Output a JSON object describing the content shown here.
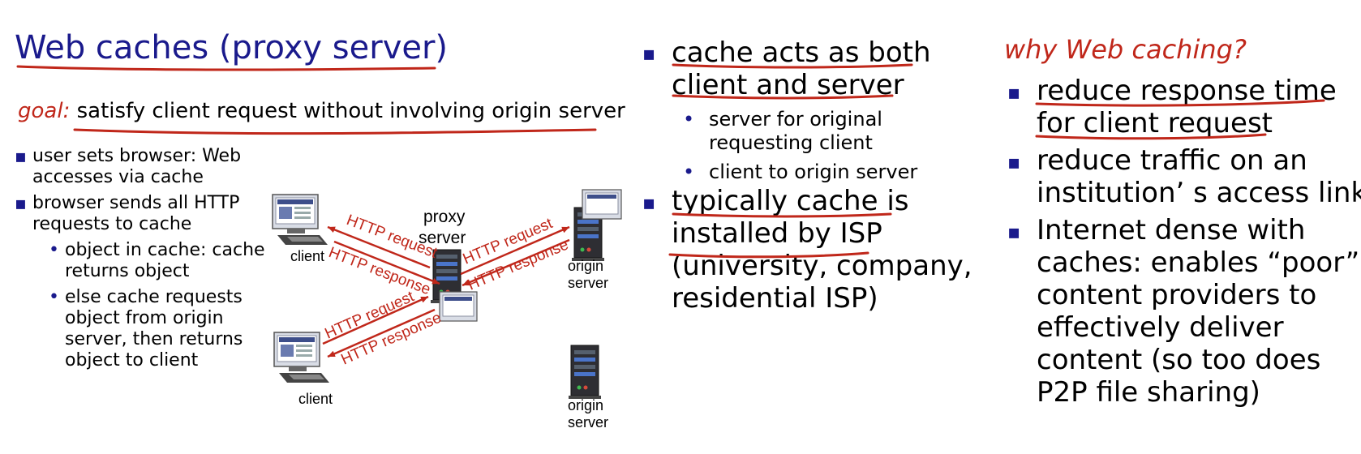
{
  "title": "Web caches (proxy server)",
  "goal": {
    "label": "goal:",
    "text": "satisfy client request without involving origin server"
  },
  "left_bullets": [
    {
      "lines": [
        "user sets browser: Web",
        "accesses via  cache"
      ]
    },
    {
      "lines": [
        "browser sends all HTTP",
        "requests to cache"
      ]
    }
  ],
  "left_sub_bullets": [
    {
      "lines": [
        "object in cache: cache",
        "returns object"
      ]
    },
    {
      "lines": [
        "else cache requests",
        "object from origin",
        "server, then returns",
        "object to client"
      ]
    }
  ],
  "diagram": {
    "client_top": "client",
    "client_bottom": "client",
    "proxy_line1": "proxy",
    "proxy_line2": "server",
    "origin_top_line1": "origin",
    "origin_top_line2": "server",
    "origin_bottom_line1": "origin",
    "origin_bottom_line2": "server",
    "http_request": "HTTP request",
    "http_response": "HTTP response"
  },
  "middle": {
    "bullet1": [
      "cache acts as both",
      "client and server"
    ],
    "sub1": [
      "server for original",
      "requesting client"
    ],
    "sub2": "client to origin server",
    "bullet2": [
      "typically cache is",
      "installed by ISP",
      "(university, company,",
      "residential ISP)"
    ]
  },
  "right": {
    "heading": "why Web caching?",
    "bullet1": [
      "reduce response time",
      "for client request"
    ],
    "bullet2": [
      "reduce traffic on an",
      "institution’ s access link"
    ],
    "bullet3": [
      "Internet dense with",
      "caches: enables “poor”",
      "content providers to",
      "effectively deliver",
      "content (so too does",
      "P2P file sharing)"
    ]
  },
  "colors": {
    "title": "#1a1a8c",
    "accent": "#c0271a",
    "bullet": "#1a1a8c"
  },
  "icons": [
    "desktop-computer-icon",
    "server-tower-icon"
  ]
}
